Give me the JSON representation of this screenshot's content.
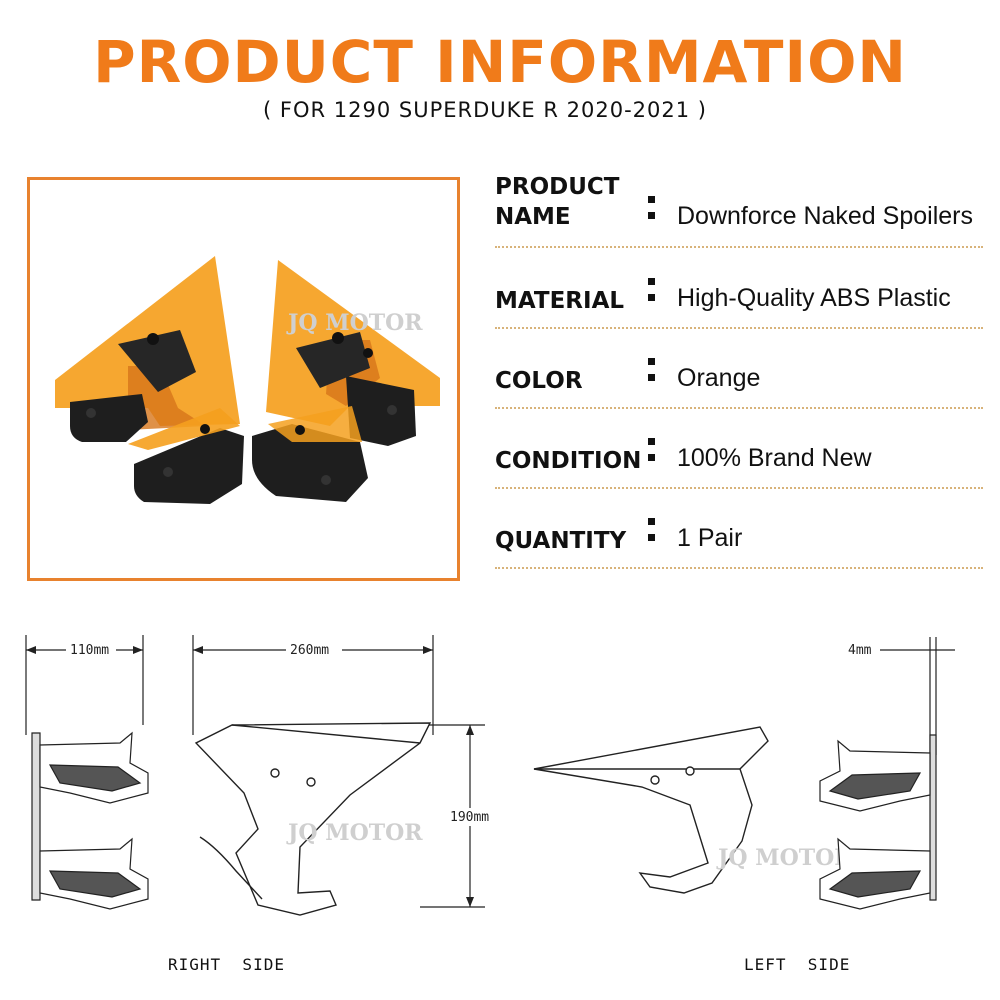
{
  "header": {
    "title": "PRODUCT INFORMATION",
    "subtitle": "( FOR 1290 SUPERDUKE R 2020-2021 )"
  },
  "specs": [
    {
      "label_line1": "PRODUCT",
      "label_line2": "NAME",
      "value": "Downforce Naked Spoilers"
    },
    {
      "label_line1": "MATERIAL",
      "label_line2": "",
      "value": "High-Quality ABS Plastic"
    },
    {
      "label_line1": "COLOR",
      "label_line2": "",
      "value": "Orange"
    },
    {
      "label_line1": "CONDITION",
      "label_line2": "",
      "value": "100% Brand New"
    },
    {
      "label_line1": "QUANTITY",
      "label_line2": "",
      "value": "1 Pair"
    }
  ],
  "dimensions": {
    "width_side": "110mm",
    "length": "260mm",
    "height": "190mm",
    "thickness": "4mm"
  },
  "side_labels": {
    "right": "RIGHT  SIDE",
    "left": "LEFT  SIDE"
  },
  "watermark": "JQ MOTOR",
  "colors": {
    "accent": "#f07b1a",
    "frame": "#e8822e",
    "spoiler_orange": "#f5a01e",
    "rule": "#d8b37a"
  }
}
